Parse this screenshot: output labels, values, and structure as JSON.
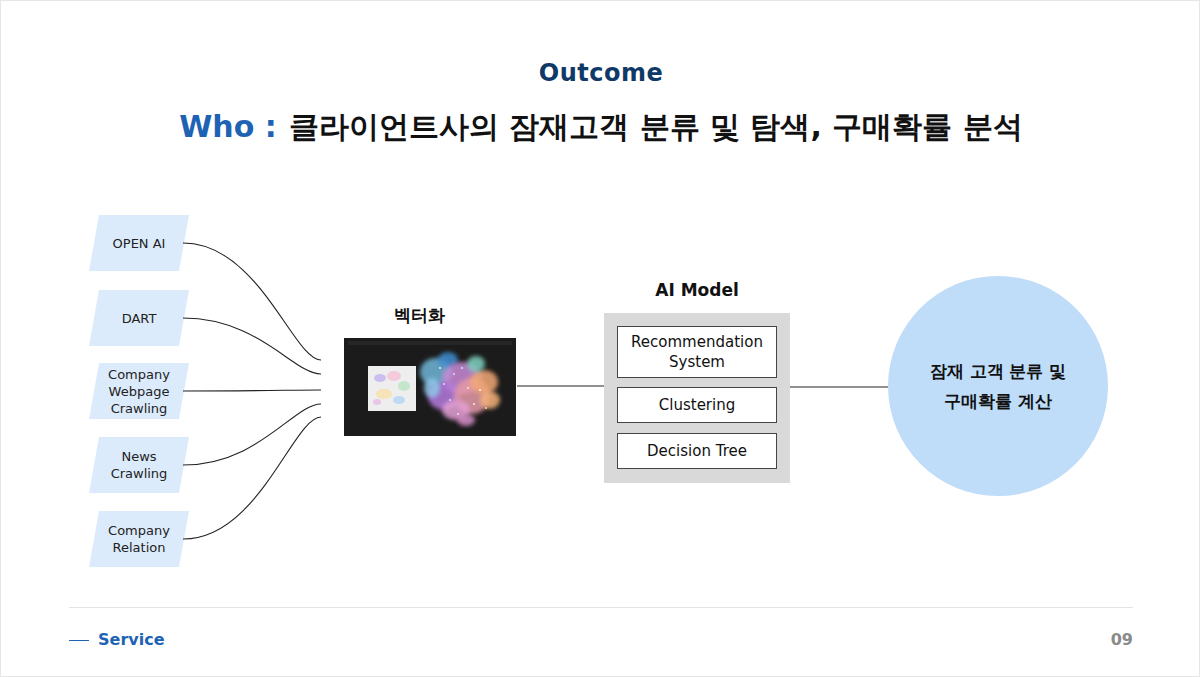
{
  "diagram": {
    "title": "클라이언트사의 잠재고객 분류 및 탐색, 구매확률 분석",
    "nodes": [
      {
        "text": [
          "OPEN AI"
        ]
      },
      {
        "text": [
          "DART"
        ]
      },
      {
        "text": [
          "Company Webpage Crawling"
        ]
      },
      {
        "text": [
          "News Crawling"
        ]
      },
      {
        "text": [
          "Company Relation"
        ]
      },
      {
        "text": [
          "벡터화"
        ]
      },
      {
        "text": [
          "AI Model"
        ]
      },
      {
        "text": [
          "Recommendation System"
        ],
        "in": 6
      },
      {
        "text": [
          "Clustering"
        ],
        "in": 6
      },
      {
        "text": [
          "Decision Tree"
        ],
        "in": 6
      },
      {
        "text": [
          "잠재 고객 분류 및 구매확률 계산"
        ]
      }
    ],
    "edges": [
      {
        "from": 0,
        "to": 5,
        "arrow": "to"
      },
      {
        "from": 1,
        "to": 5,
        "arrow": "to"
      },
      {
        "from": 2,
        "to": 5,
        "arrow": "to"
      },
      {
        "from": 3,
        "to": 5,
        "arrow": "to"
      },
      {
        "from": 4,
        "to": 5,
        "arrow": "to"
      },
      {
        "from": 5,
        "to": 6,
        "arrow": "to"
      },
      {
        "from": 6,
        "to": 10,
        "arrow": "to"
      }
    ],
    "labels": [
      "Outcome",
      "Who :",
      "Service",
      "09"
    ]
  }
}
